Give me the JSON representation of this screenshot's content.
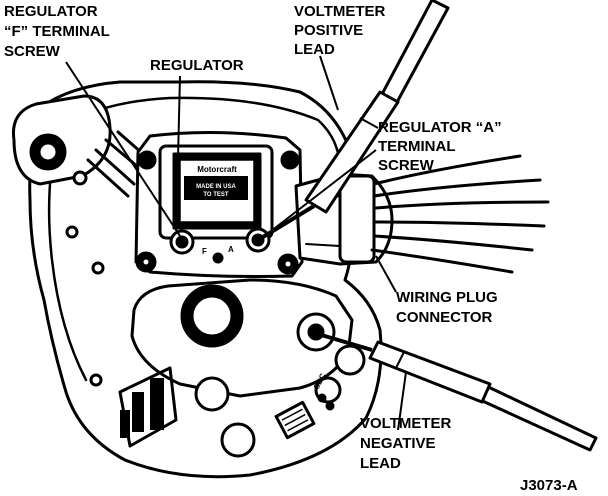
{
  "labels": {
    "regulator_f": [
      "REGULATOR",
      "“F” TERMINAL",
      "SCREW"
    ],
    "regulator": "REGULATOR",
    "voltmeter_positive": [
      "VOLTMETER",
      "POSITIVE",
      "LEAD"
    ],
    "regulator_a": [
      "REGULATOR “A”",
      "TERMINAL",
      "SCREW"
    ],
    "wiring_plug": [
      "WIRING PLUG",
      "CONNECTOR"
    ],
    "voltmeter_negative": [
      "VOLTMETER",
      "NEGATIVE",
      "LEAD"
    ],
    "figure_id": "J3073-A"
  },
  "part_markings": {
    "regulator_brand": "Motorcraft",
    "regulator_line1": "MADE IN USA",
    "regulator_line2": "TO TEST",
    "terminal_f": "F",
    "terminal_a": "A",
    "housing_code": "SBC"
  },
  "colors": {
    "ink": "#000000",
    "paper": "#ffffff"
  }
}
